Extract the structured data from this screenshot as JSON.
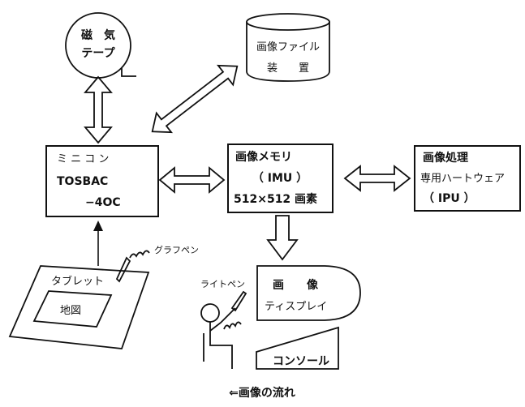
{
  "nodes": {
    "magnetic_tape": {
      "line1": "磁　気",
      "line2": "テープ"
    },
    "image_file": {
      "line1": "画像ファイル",
      "line2": "装　　置"
    },
    "minicomputer": {
      "line1": "ミ ニ コ ン",
      "line2": "TOSBAC",
      "line3": "−4OC"
    },
    "image_memory": {
      "line1": "画像メモリ",
      "line2": "（ IMU ）",
      "line3": "512×512 画素"
    },
    "ipu": {
      "line1": "画像処理",
      "line2": "専用ハートウェア",
      "line3": "（ IPU ）"
    },
    "tablet": {
      "label": "タブレット",
      "map": "地図"
    },
    "graph_pen": {
      "label": "グラフペン"
    },
    "light_pen": {
      "label": "ライトペン"
    },
    "display": {
      "line1": "画　　像",
      "line2": "ティスプレイ"
    },
    "console": {
      "label": "コンソール"
    }
  },
  "legend": {
    "text": "⇐画像の流れ"
  }
}
